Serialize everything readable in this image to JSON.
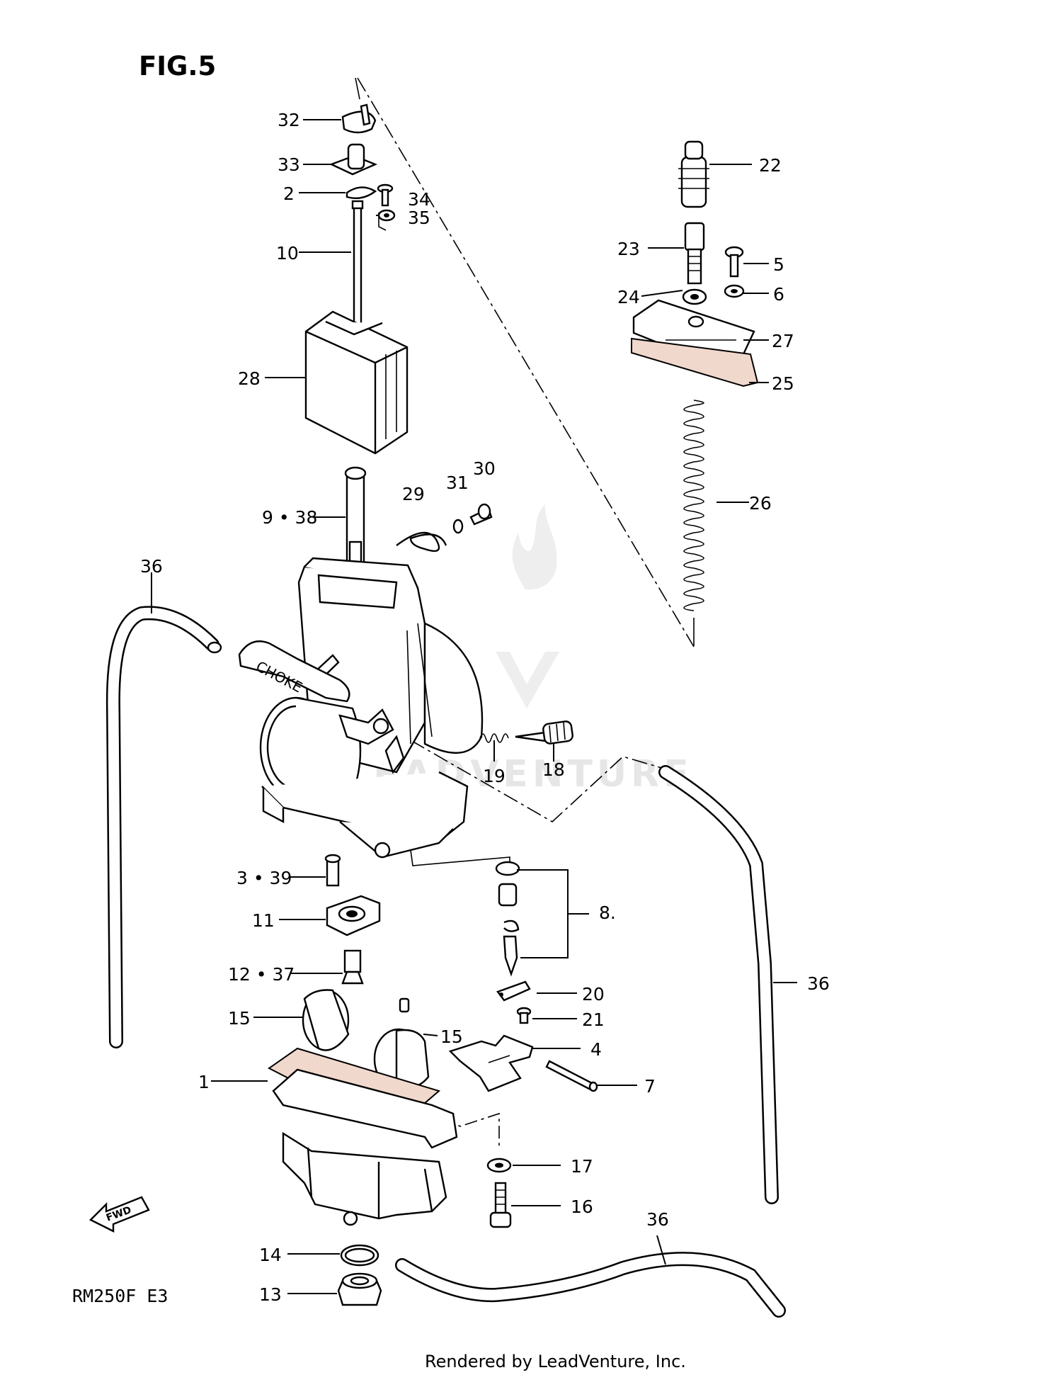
{
  "figure": {
    "title": "FIG.5",
    "model": "RM250F  E3",
    "footer": "Rendered by LeadVenture, Inc.",
    "watermark": "LEADVENTURE",
    "fwd_label": "FWD",
    "choke_label": "CHOKE"
  },
  "callouts": {
    "c32": "32",
    "c33": "33",
    "c2": "2",
    "c34": "34",
    "c35": "35",
    "c10": "10",
    "c28": "28",
    "c9_38": "9 • 38",
    "c29": "29",
    "c31": "31",
    "c30": "30",
    "c22": "22",
    "c23": "23",
    "c5": "5",
    "c24": "24",
    "c6": "6",
    "c27": "27",
    "c25": "25",
    "c26": "26",
    "c36a": "36",
    "c36b": "36",
    "c36c": "36",
    "c19": "19",
    "c18": "18",
    "c3_39": "3 • 39",
    "c11": "11",
    "c8": "8.",
    "c12_37": "12 • 37",
    "c20": "20",
    "c21": "21",
    "c15a": "15",
    "c15b": "15",
    "c4": "4",
    "c7": "7",
    "c1": "1",
    "c17": "17",
    "c16": "16",
    "c14": "14",
    "c13": "13"
  }
}
